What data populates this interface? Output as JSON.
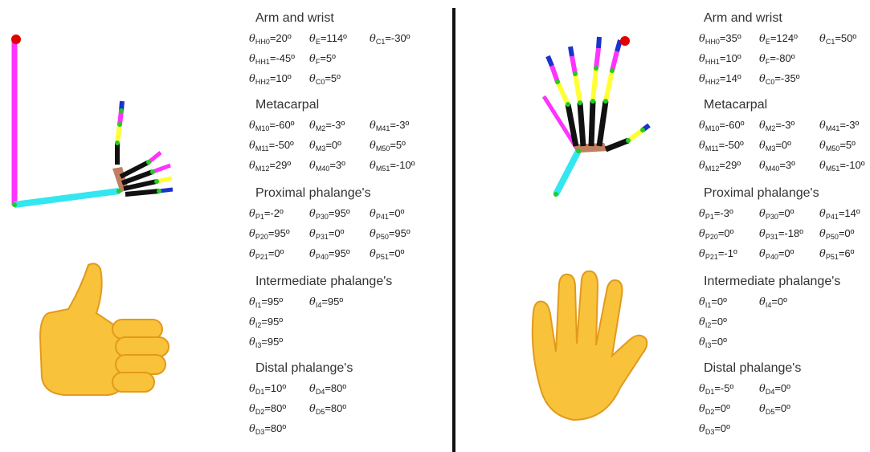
{
  "panels": [
    {
      "id": "left",
      "gesture_icon": "thumbs-up-emoji",
      "sections": [
        {
          "title": "Arm and wrist",
          "params": [
            {
              "sub": "HH0",
              "val": "=20º"
            },
            {
              "sub": "E",
              "val": "=114º"
            },
            {
              "sub": "C1",
              "val": "=-30º"
            },
            {
              "sub": "HH1",
              "val": "=-45º"
            },
            {
              "sub": "F",
              "val": "=5º"
            },
            {
              "sub": "HH2",
              "val": "=10º"
            },
            {
              "sub": "C0",
              "val": "=5º"
            }
          ]
        },
        {
          "title": "Metacarpal",
          "params": [
            {
              "sub": "M10",
              "val": "=-60º"
            },
            {
              "sub": "M2",
              "val": "=-3º"
            },
            {
              "sub": "M41",
              "val": "=-3º"
            },
            {
              "sub": "M11",
              "val": "=-50º"
            },
            {
              "sub": "M3",
              "val": "=0º"
            },
            {
              "sub": "M50",
              "val": "=5º"
            },
            {
              "sub": "M12",
              "val": "=29º"
            },
            {
              "sub": "M40",
              "val": "=3º"
            },
            {
              "sub": "M51",
              "val": "=-10º"
            }
          ]
        },
        {
          "title": "Proximal phalange's",
          "params": [
            {
              "sub": "P1",
              "val": "=-2º"
            },
            {
              "sub": "P30",
              "val": "=95º"
            },
            {
              "sub": "P41",
              "val": "=0º"
            },
            {
              "sub": "P20",
              "val": "=95º"
            },
            {
              "sub": "P31",
              "val": "=0º"
            },
            {
              "sub": "P50",
              "val": "=95º"
            },
            {
              "sub": "P21",
              "val": "=0º"
            },
            {
              "sub": "P40",
              "val": "=95º"
            },
            {
              "sub": "P51",
              "val": "=0º"
            }
          ]
        },
        {
          "title": "Intermediate phalange's",
          "params": [
            {
              "sub": "I1",
              "val": "=95º"
            },
            {
              "sub": "I4",
              "val": "=95º"
            },
            {
              "sub": "I2",
              "val": "=95º"
            },
            {
              "sub": "I3",
              "val": "=95º"
            }
          ]
        },
        {
          "title": "Distal phalange's",
          "params": [
            {
              "sub": "D1",
              "val": "=10º"
            },
            {
              "sub": "D4",
              "val": "=80º"
            },
            {
              "sub": "D2",
              "val": "=80º"
            },
            {
              "sub": "D5",
              "val": "=80º"
            },
            {
              "sub": "D3",
              "val": "=80º"
            }
          ]
        }
      ]
    },
    {
      "id": "right",
      "gesture_icon": "vulcan-salute-emoji",
      "sections": [
        {
          "title": "Arm and wrist",
          "params": [
            {
              "sub": "HH0",
              "val": "=35º"
            },
            {
              "sub": "E",
              "val": "=124º"
            },
            {
              "sub": "C1",
              "val": "=50º"
            },
            {
              "sub": "HH1",
              "val": "=10º"
            },
            {
              "sub": "F",
              "val": "=-80º"
            },
            {
              "sub": "HH2",
              "val": "=14º"
            },
            {
              "sub": "C0",
              "val": "=-35º"
            }
          ]
        },
        {
          "title": "Metacarpal",
          "params": [
            {
              "sub": "M10",
              "val": "=-60º"
            },
            {
              "sub": "M2",
              "val": "=-3º"
            },
            {
              "sub": "M41",
              "val": "=-3º"
            },
            {
              "sub": "M11",
              "val": "=-50º"
            },
            {
              "sub": "M3",
              "val": "=0º"
            },
            {
              "sub": "M50",
              "val": "=5º"
            },
            {
              "sub": "M12",
              "val": "=29º"
            },
            {
              "sub": "M40",
              "val": "=3º"
            },
            {
              "sub": "M51",
              "val": "=-10º"
            }
          ]
        },
        {
          "title": "Proximal phalange's",
          "params": [
            {
              "sub": "P1",
              "val": "=-3º"
            },
            {
              "sub": "P30",
              "val": "=0º"
            },
            {
              "sub": "P41",
              "val": "=14º"
            },
            {
              "sub": "P20",
              "val": "=0º"
            },
            {
              "sub": "P31",
              "val": "=-18º"
            },
            {
              "sub": "P50",
              "val": "=0º"
            },
            {
              "sub": "P21",
              "val": "=-1º"
            },
            {
              "sub": "P40",
              "val": "=0º"
            },
            {
              "sub": "P51",
              "val": "=6º"
            }
          ]
        },
        {
          "title": "Intermediate phalange's",
          "params": [
            {
              "sub": "I1",
              "val": "=0º"
            },
            {
              "sub": "I4",
              "val": "=0º"
            },
            {
              "sub": "I2",
              "val": "=0º"
            },
            {
              "sub": "I3",
              "val": "=0º"
            }
          ]
        },
        {
          "title": "Distal phalange's",
          "params": [
            {
              "sub": "D1",
              "val": "=-5º"
            },
            {
              "sub": "D4",
              "val": "=0º"
            },
            {
              "sub": "D2",
              "val": "=0º"
            },
            {
              "sub": "D5",
              "val": "=0º"
            },
            {
              "sub": "D3",
              "val": "=0º"
            }
          ]
        }
      ]
    }
  ],
  "colors": {
    "arm_upper": "#ff33ff",
    "arm_lower": "#33e6f0",
    "finger_proximal": "#111111",
    "finger_middle": "#ffff33",
    "finger_distal": "#ff33ff",
    "finger_tip": "#1a33cc",
    "joint": "#22cc22",
    "shoulder": "#e00000",
    "palm": "#c08060",
    "emoji_fill": "#f8c23a",
    "emoji_shade": "#e29a1c"
  }
}
